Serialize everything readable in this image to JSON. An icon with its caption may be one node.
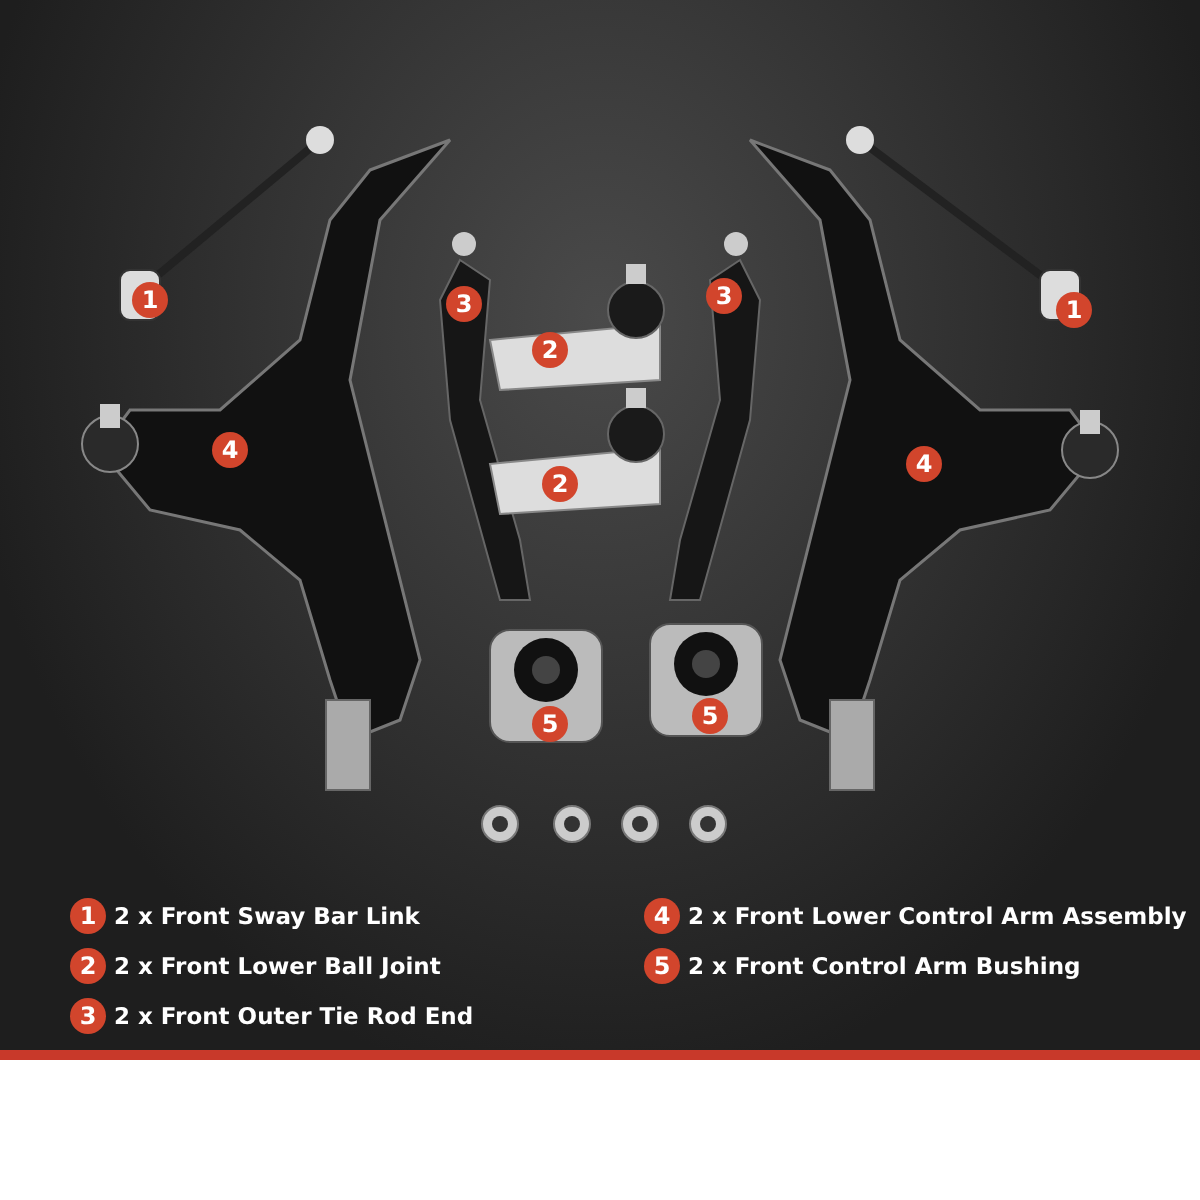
{
  "diagram": {
    "labels": [
      "1",
      "3",
      "3",
      "1",
      "2",
      "4",
      "2",
      "4",
      "5",
      "5",
      "1",
      "2",
      "3",
      "4",
      "5"
    ],
    "legend": [
      {
        "text": "2 x Front Sway Bar Link"
      },
      {
        "text": "2 x Front Lower Ball Joint"
      },
      {
        "text": "2 x Front Outer Tie Rod End"
      },
      {
        "text": "2 x Front Lower Control Arm Assembly"
      },
      {
        "text": "2 x Front Control Arm Bushing"
      }
    ]
  }
}
